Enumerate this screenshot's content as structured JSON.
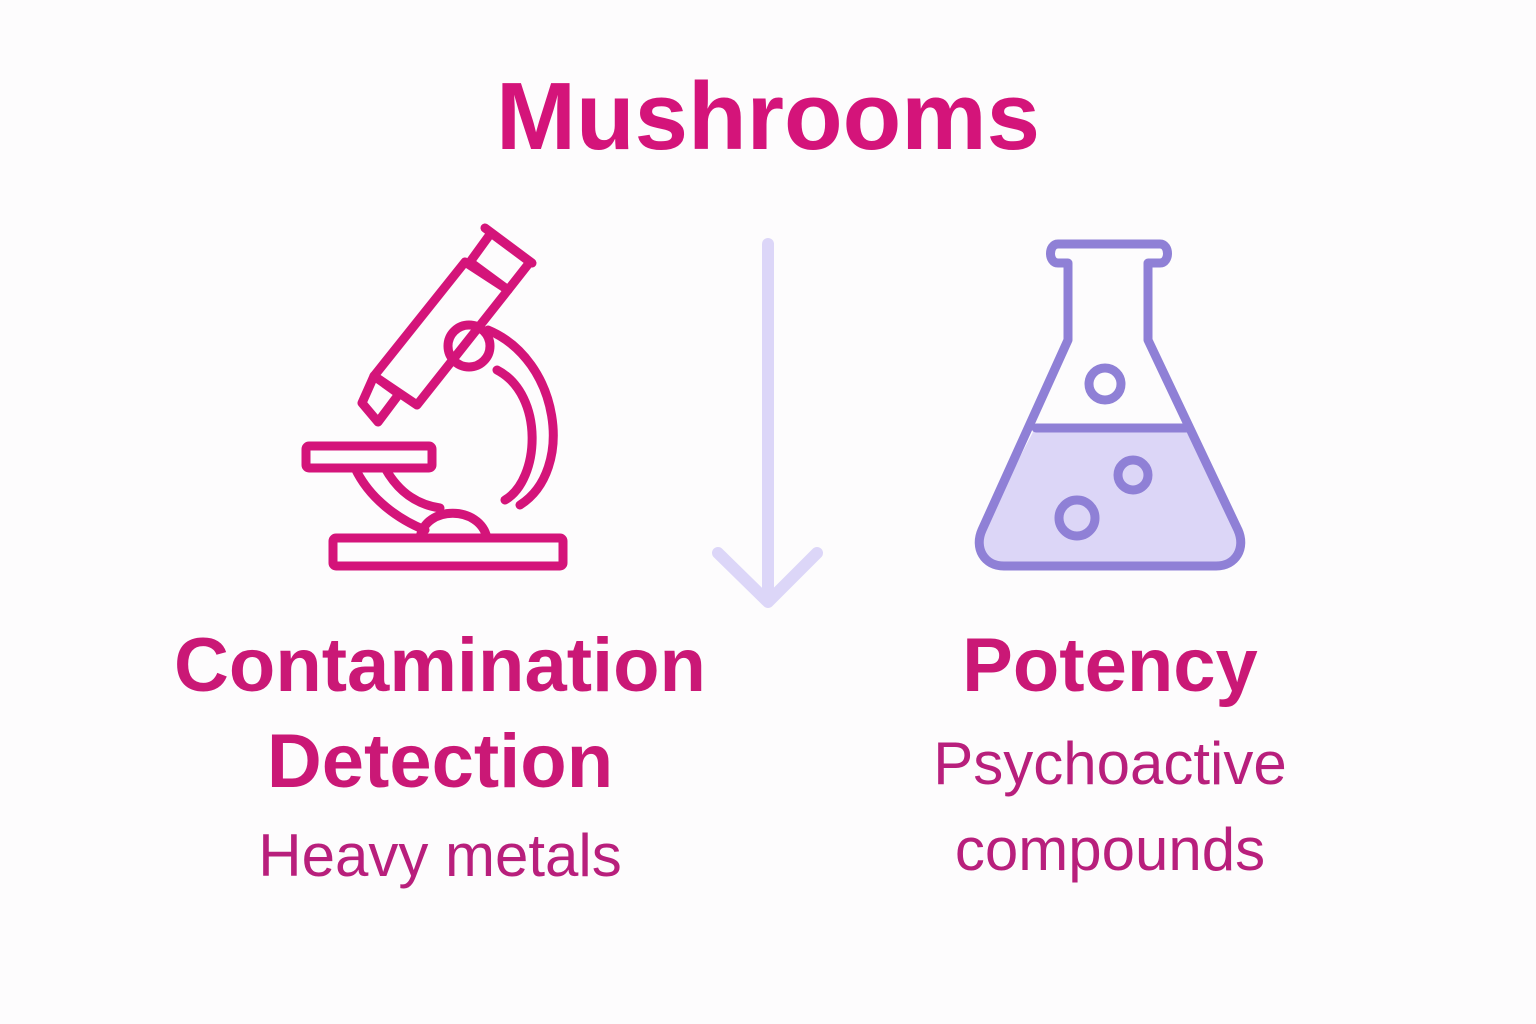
{
  "title": "Mushrooms",
  "colors": {
    "primary": "#d4147a",
    "heading": "#ca1876",
    "subtext": "#b81f7c",
    "flask_stroke": "#8f80d6",
    "flask_fill": "#dcd6f7",
    "arrow": "#dcd6f8",
    "background": "#fdfcfd"
  },
  "left": {
    "icon": "microscope-icon",
    "heading_line1": "Contamination",
    "heading_line2": "Detection",
    "subtext": "Heavy metals"
  },
  "center": {
    "icon": "arrow-down-icon"
  },
  "right": {
    "icon": "flask-icon",
    "heading": "Potency",
    "subtext_line1": "Psychoactive",
    "subtext_line2": "compounds"
  }
}
